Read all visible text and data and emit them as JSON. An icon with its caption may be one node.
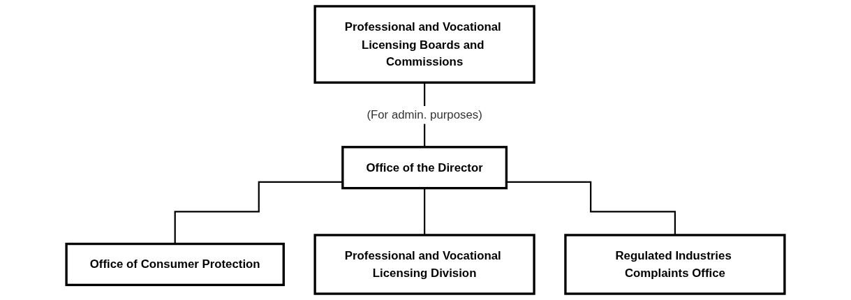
{
  "diagram": {
    "nodes": [
      {
        "text": [
          "Professional and Vocational Licensing Boards and Commissions"
        ]
      },
      {
        "text": [
          "Office of the Director"
        ]
      },
      {
        "text": [
          "Office of Consumer Protection"
        ]
      },
      {
        "text": [
          "Professional and Vocational Licensing Division"
        ]
      },
      {
        "text": [
          "Regulated Industries Complaints Office"
        ]
      }
    ],
    "edges": [
      {
        "from": 0,
        "to": 1,
        "arrow": "none",
        "label": "(For admin. purposes)"
      },
      {
        "from": 1,
        "to": 2,
        "arrow": "none"
      },
      {
        "from": 1,
        "to": 3,
        "arrow": "none"
      },
      {
        "from": 1,
        "to": 4,
        "arrow": "none"
      }
    ]
  }
}
